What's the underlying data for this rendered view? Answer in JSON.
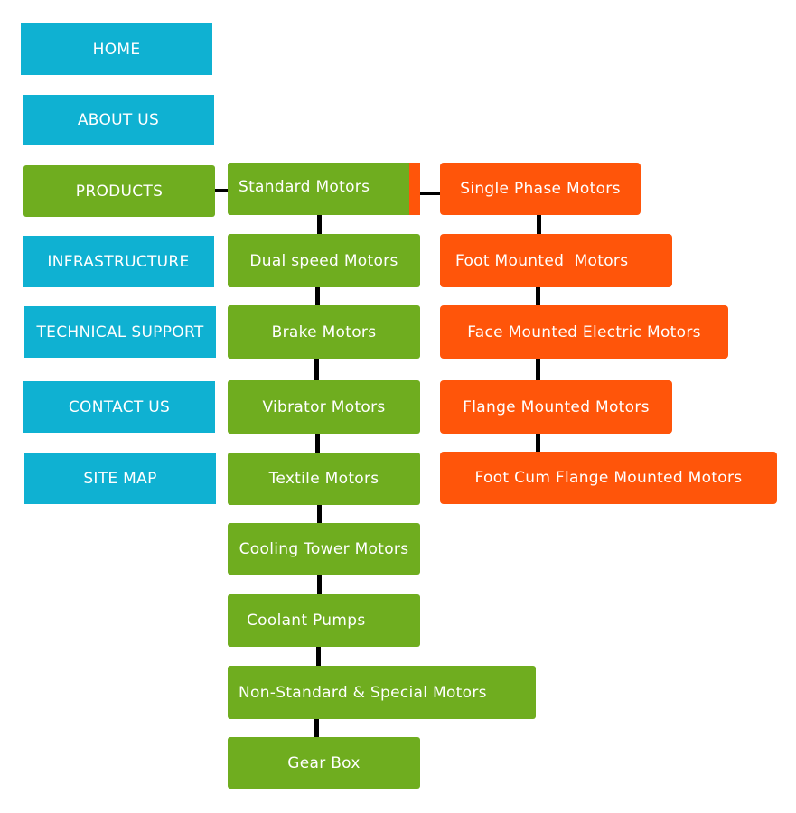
{
  "main_nav": {
    "items": [
      {
        "id": "home",
        "label": "HOME"
      },
      {
        "id": "about-us",
        "label": "ABOUT US"
      },
      {
        "id": "products",
        "label": "PRODUCTS"
      },
      {
        "id": "infrastructure",
        "label": "INFRASTRUCTURE"
      },
      {
        "id": "technical-support",
        "label": "TECHNICAL SUPPORT"
      },
      {
        "id": "contact-us",
        "label": "CONTACT US"
      },
      {
        "id": "site-map",
        "label": "SITE MAP"
      }
    ]
  },
  "products": {
    "items": [
      {
        "id": "standard-motors",
        "label": "Standard Motors"
      },
      {
        "id": "dual-speed-motors",
        "label": "Dual speed Motors"
      },
      {
        "id": "brake-motors",
        "label": "Brake Motors"
      },
      {
        "id": "vibrator-motors",
        "label": "Vibrator Motors"
      },
      {
        "id": "textile-motors",
        "label": "Textile Motors"
      },
      {
        "id": "cooling-tower-motors",
        "label": "Cooling Tower Motors"
      },
      {
        "id": "coolant-pumps",
        "label": "Coolant Pumps"
      },
      {
        "id": "non-standard-special-motors",
        "label": "Non-Standard & Special Motors"
      },
      {
        "id": "gear-box",
        "label": "Gear Box"
      }
    ]
  },
  "standard_motors": {
    "items": [
      {
        "id": "single-phase-motors",
        "label": "Single Phase Motors"
      },
      {
        "id": "foot-mounted-motors",
        "label": "Foot Mounted  Motors"
      },
      {
        "id": "face-mounted-electric-motors",
        "label": "Face Mounted Electric Motors"
      },
      {
        "id": "flange-mounted-motors",
        "label": "Flange Mounted Motors"
      },
      {
        "id": "foot-cum-flange-mounted-motors",
        "label": "Foot Cum Flange Mounted Motors"
      }
    ]
  },
  "colors": {
    "nav_blue": "#0fb1d2",
    "product_green": "#6fad1f",
    "sub_orange": "#ff550a",
    "connector": "#000000"
  }
}
